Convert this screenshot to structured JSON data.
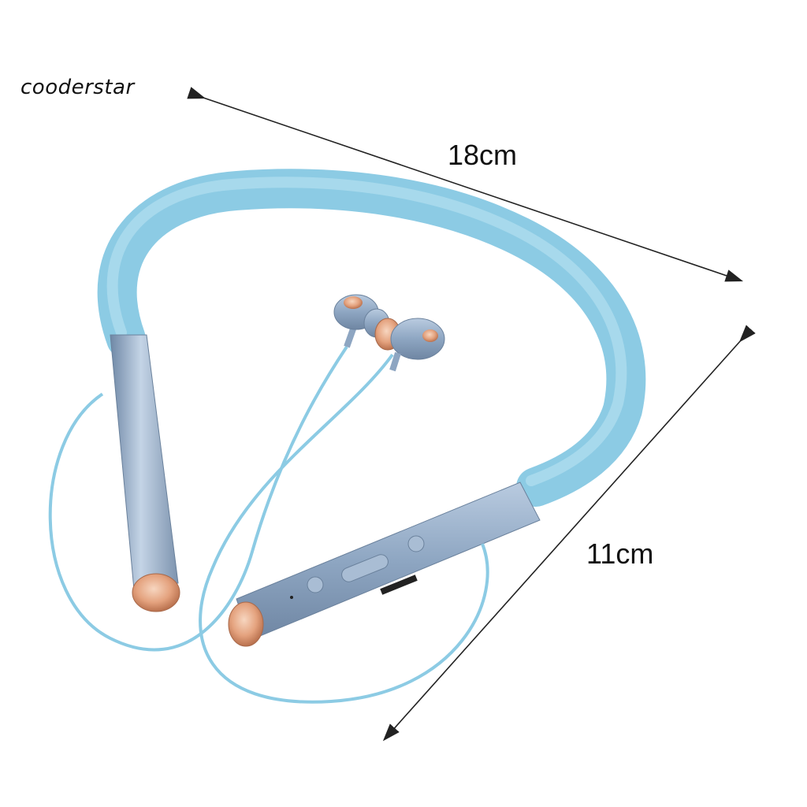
{
  "brand": {
    "name": "cooderstar"
  },
  "dimensions": {
    "width_label": "18cm",
    "height_label": "11cm"
  },
  "product": {
    "band_color": "#8ccbe4",
    "metal_color": "#9fb7d0",
    "accent_color": "#e2a07c",
    "cable_color": "#8ccbe4"
  }
}
